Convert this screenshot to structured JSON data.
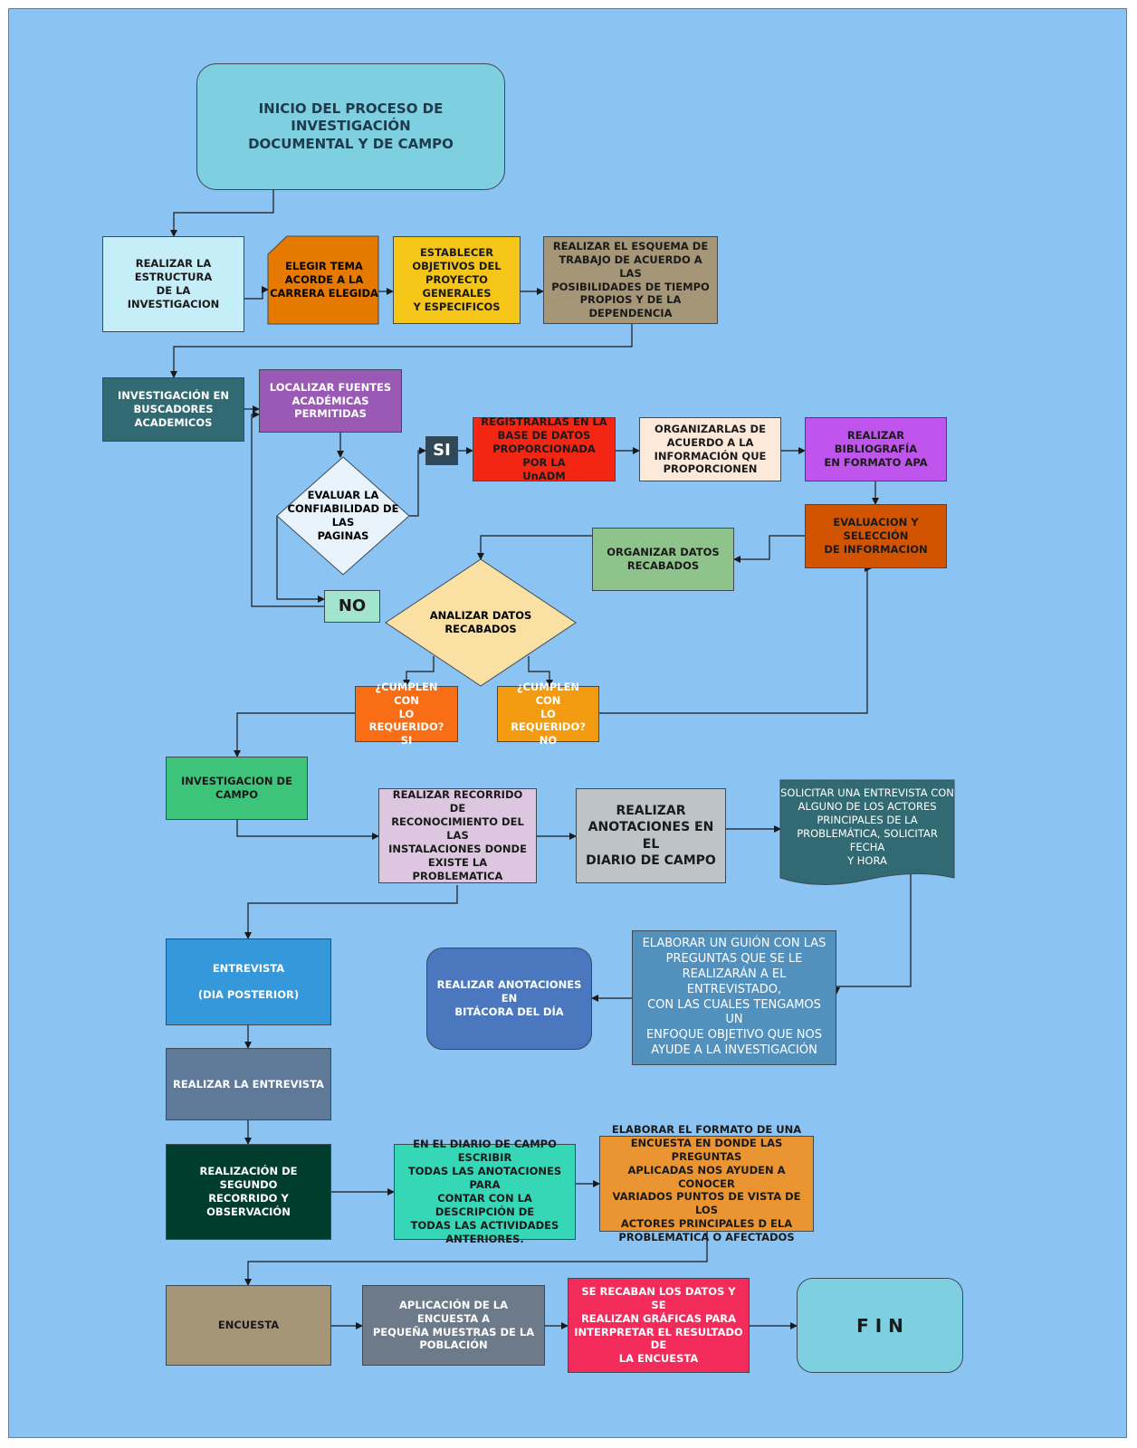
{
  "nodes": {
    "inicio": "INICIO DEL PROCESO DE INVESTIGACIÓN\nDOCUMENTAL Y DE CAMPO",
    "estructura": "REALIZAR LA ESTRUCTURA\nDE LA INVESTIGACION",
    "elegir_tema": "ELEGIR TEMA\nACORDE A LA\nCARRERA ELEGIDA",
    "objetivos": "ESTABLECER\nOBJETIVOS  DEL\nPROYECTO GENERALES\nY ESPECIFICOS",
    "esquema": "REALIZAR EL ESQUEMA DE\nTRABAJO DE ACUERDO A LAS\nPOSIBILIDADES DE TIEMPO\nPROPIOS Y DE LA DEPENDENCIA",
    "buscadores": "INVESTIGACIÓN EN\nBUSCADORES\nACADEMICOS",
    "localizar": "LOCALIZAR FUENTES\nACADÉMICAS PERMITIDAS",
    "evaluar": "EVALUAR LA\nCONFIABILIDAD DE LAS\nPAGINAS",
    "si": "SI",
    "no": "NO",
    "registrarlas": "REGISTRARLAS EN LA\nBASE DE DATOS\nPROPORCIONADA POR LA\nUnADM",
    "organizarlas": "ORGANIZARLAS DE\nACUERDO A LA\nINFORMACIÓN QUE\nPROPORCIONEN",
    "bibliografia": "REALIZAR BIBLIOGRAFÍA\nEN FORMATO APA",
    "evaluacion": "EVALUACION Y SELECCIÓN\nDE INFORMACION",
    "organizar_datos": "ORGANIZAR DATOS\nRECABADOS",
    "analizar": "ANALIZAR DATOS RECABADOS",
    "cumplen_si": "¿CUMPLEN CON\nLO REQUERIDO?\nSI",
    "cumplen_no": "¿CUMPLEN CON\nLO REQUERIDO?\nNO",
    "inv_campo": "INVESTIGACION DE\nCAMPO",
    "recorrido": "REALIZAR RECORRIDO DE\nRECONOCIMIENTO DEL LAS\nINSTALACIONES DONDE\nEXISTE LA PROBLEMATICA",
    "anotaciones_diario": "REALIZAR\nANOTACIONES EN EL\nDIARIO DE CAMPO",
    "solicitar": "SOLICITAR UNA ENTREVISTA CON\nALGUNO DE LOS ACTORES\nPRINCIPALES DE LA\nPROBLEMÁTICA, SOLICITAR FECHA\nY HORA",
    "entrevista": "ENTREVISTA\n\n(DIA POSTERIOR)",
    "guion": "ELABORAR UN GUIÓN CON LAS\nPREGUNTAS QUE SE LE\nREALIZARÁN A EL ENTREVISTADO,\nCON LAS CUALES TENGAMOS UN\nENFOQUE OBJETIVO QUE NOS\nAYUDE A LA INVESTIGACIÓN",
    "bitacora": "REALIZAR ANOTACIONES EN\nBITÁCORA DEL DÍA",
    "realizar_entrevista": "REALIZAR LA ENTREVISTA",
    "segundo_recorrido": "REALIZACIÓN DE SEGUNDO\nRECORRIDO Y OBSERVACIÓN",
    "diario_escribir": "EN EL DIARIO DE CAMPO ESCRIBIR\nTODAS LAS ANOTACIONES PARA\nCONTAR CON LA DESCRIPCIÓN  DE\nTODAS LAS ACTIVIDADES\nANTERIORES.",
    "formato_encuesta": "ELABORAR EL FORMATO DE UNA\nENCUESTA EN DONDE LAS PREGUNTAS\nAPLICADAS NOS AYUDEN  A CONOCER\nVARIADOS PUNTOS DE VISTA DE LOS\nACTORES PRINCIPALES D ELA\nPROBLEMATICA  O AFECTADOS",
    "encuesta": "ENCUESTA",
    "aplicacion": "APLICACIÓN DE LA ENCUESTA A\nPEQUEÑA  MUESTRAS DE LA\nPOBLACIÓN",
    "recaban": "SE RECABAN LOS DATOS Y SE\nREALIZAN GRÁFICAS PARA\nINTERPRETAR EL RESULTADO DE\nLA ENCUESTA",
    "fin": "F   I   N"
  },
  "colors": {
    "background": "#8bc3f2",
    "inicio": "#7ecfe0",
    "estructura": "#c6eef8",
    "elegir_tema": "#e67a00",
    "objetivos": "#f5c518",
    "esquema": "#a59677",
    "buscadores": "#316a72",
    "localizar": "#9b59b6",
    "evaluar": "#e8f3fc",
    "si": "#2f4756",
    "no": "#a3e4cf",
    "registrarlas": "#f22613",
    "organizarlas": "#fde9d9",
    "bibliografia": "#bf55ec",
    "evaluacion": "#d35400",
    "organizar_datos": "#8fc38c",
    "analizar": "#fbe0a3",
    "cumplen_si": "#f96d15",
    "cumplen_no": "#f39c12",
    "inv_campo": "#3ec37a",
    "recorrido": "#dcc6e0",
    "anotaciones_diario": "#bdc3c7",
    "solicitar": "#316a72",
    "entrevista": "#3498db",
    "guion": "#5290bd",
    "bitacora": "#4a77be",
    "realizar_entrevista": "#5f7a99",
    "segundo_recorrido": "#003d2c",
    "diario_escribir": "#36d7b7",
    "formato_encuesta": "#eb9532",
    "encuesta": "#a59677",
    "aplicacion": "#6c7a89",
    "recaban": "#f22b5a",
    "fin": "#7ecfe0"
  }
}
